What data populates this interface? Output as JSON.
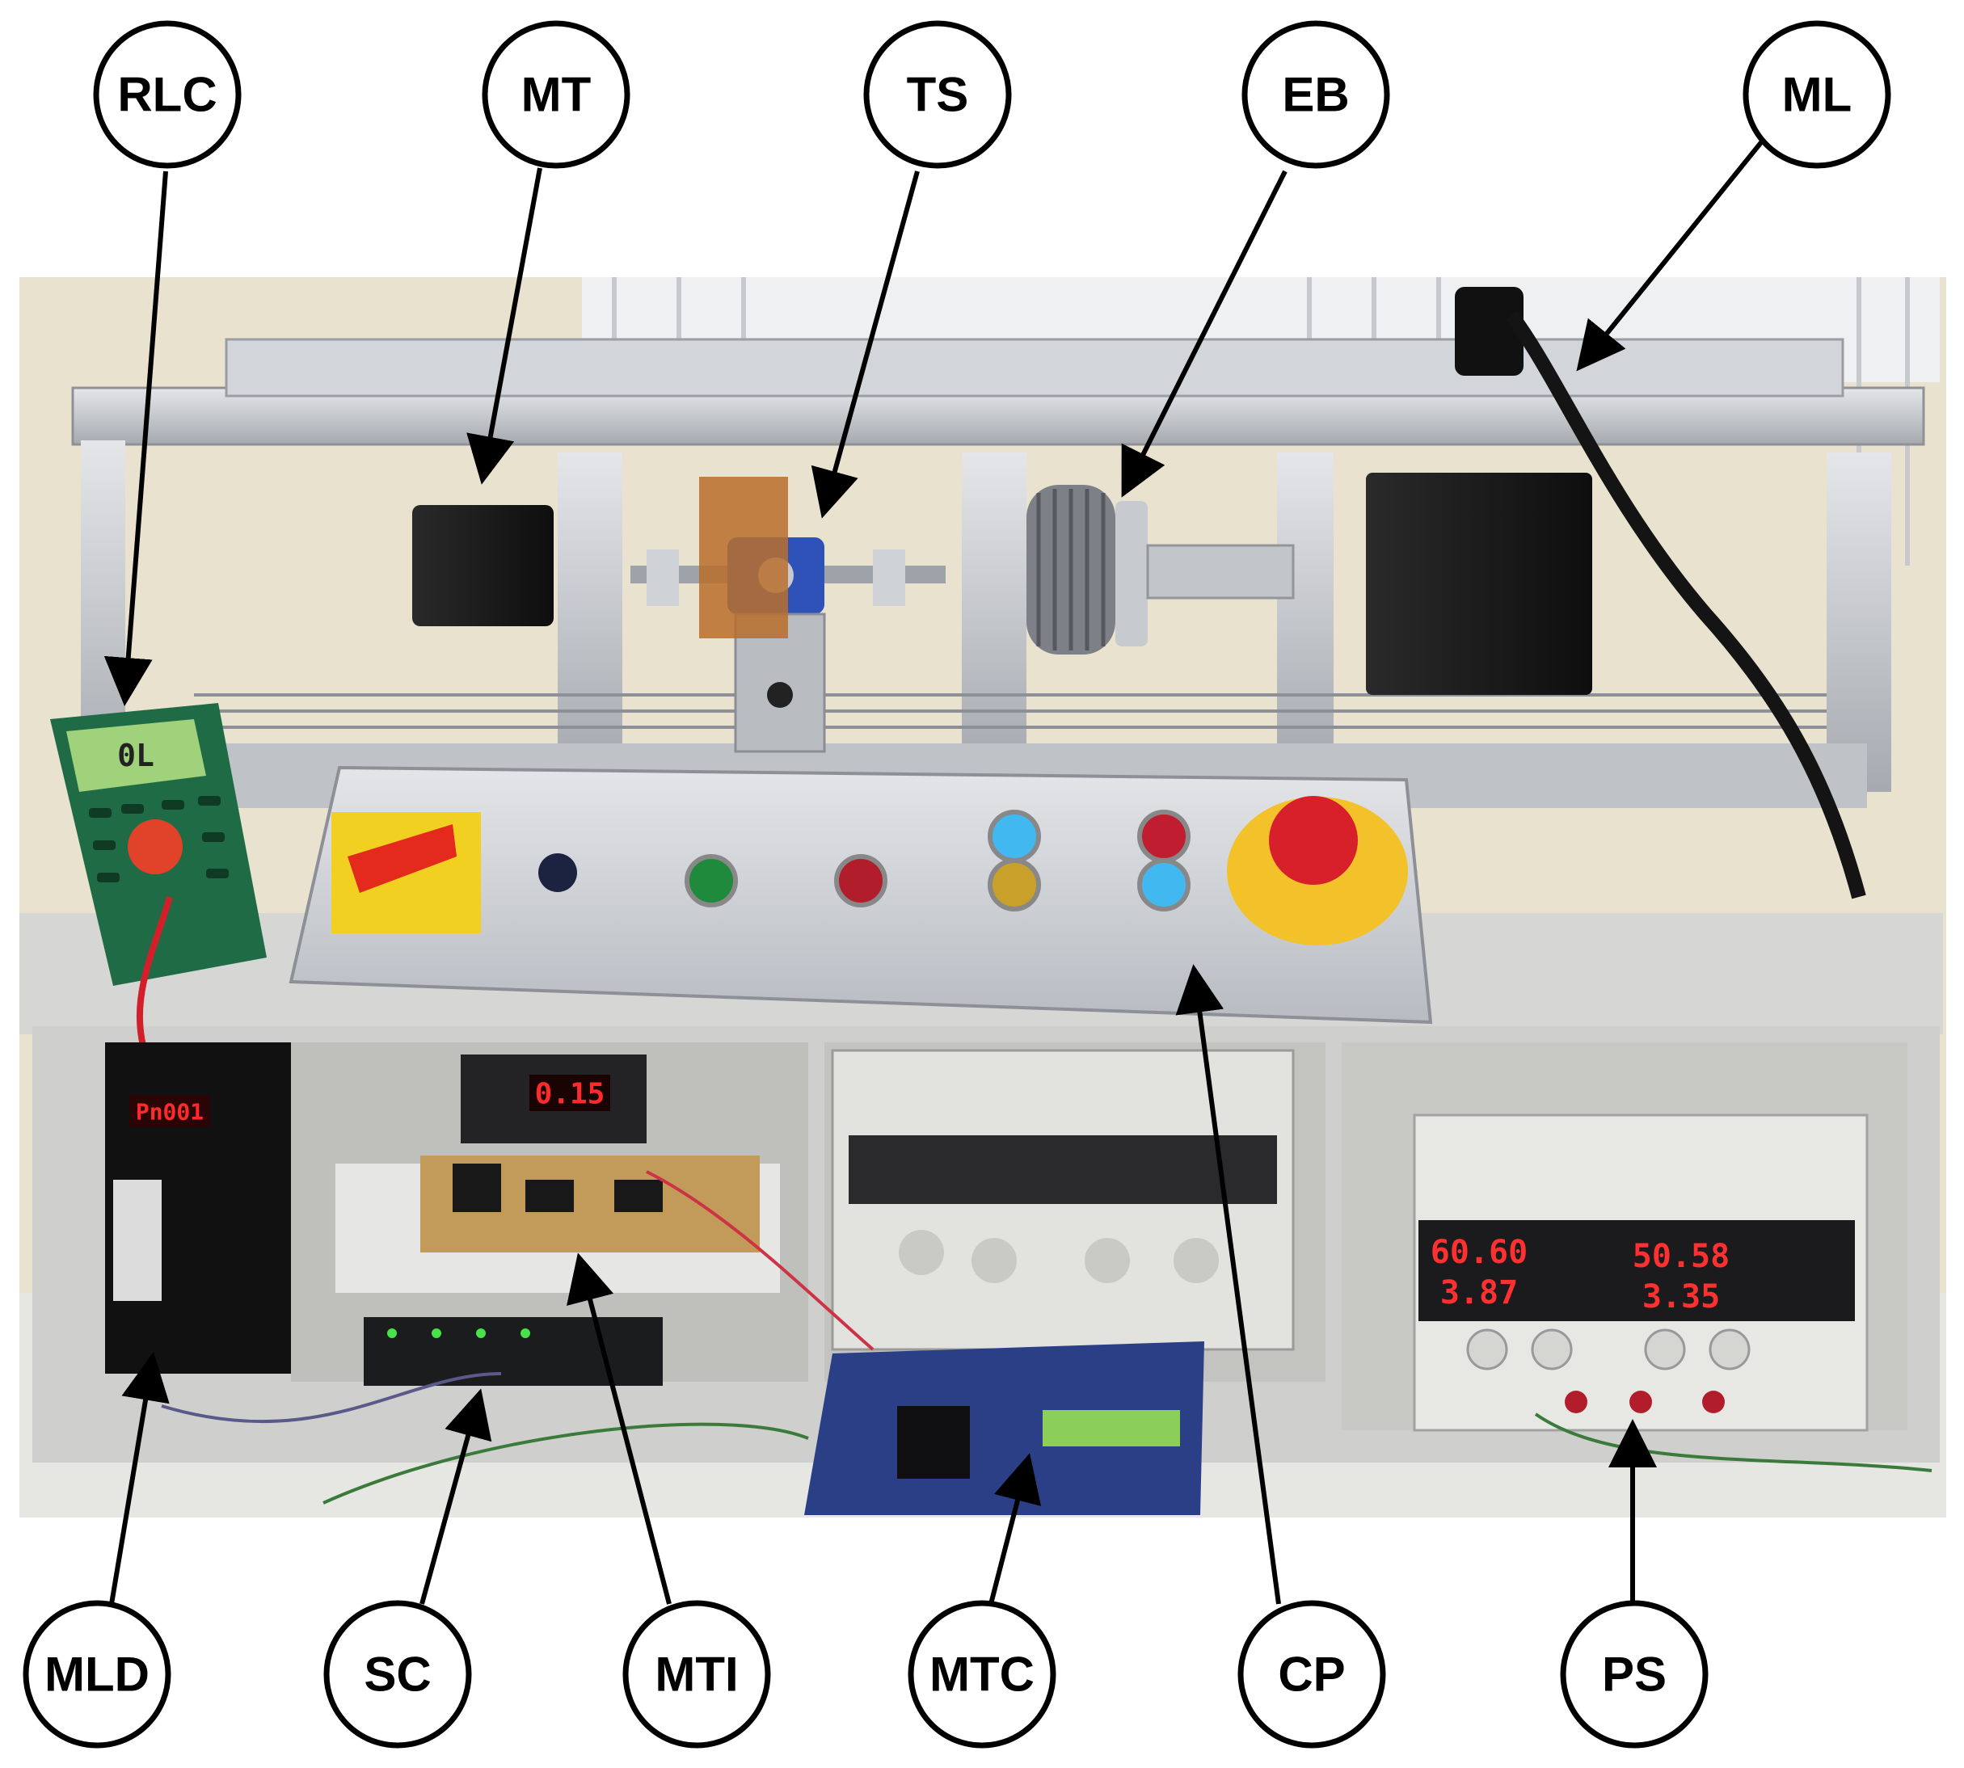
{
  "callouts": {
    "rlc": "RLC",
    "mt": "MT",
    "ts": "TS",
    "eb": "EB",
    "ml": "ML",
    "mld": "MLD",
    "sc": "SC",
    "mti": "MTI",
    "mtc": "MTC",
    "cp": "CP",
    "ps": "PS"
  },
  "displays": {
    "lcr_meter": "0L",
    "drive_display": "Pn001",
    "panel_meter": "0.15",
    "ps_left_top": "60.60",
    "ps_left_bottom": "3.87",
    "ps_right_top": "50.58",
    "ps_right_bottom": "3.35"
  },
  "colors": {
    "aluminium": "#c9ccd0",
    "aluminium_dark": "#9a9ea4",
    "cabinet": "#d8d8d6",
    "wall": "#e9e2cf",
    "motor_black": "#1b1b1c",
    "led_red": "#ff2b2b",
    "meter_green": "#1f6b45",
    "estop_red": "#d8202a",
    "estop_yellow": "#f3c22b"
  }
}
